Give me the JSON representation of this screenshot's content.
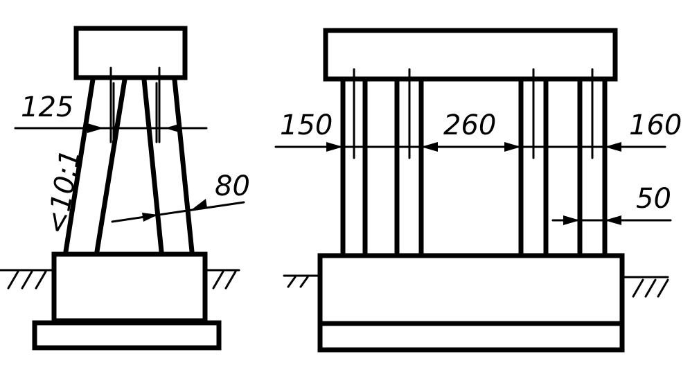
{
  "left_view": {
    "dim_top": "125",
    "dim_slope": "<10:1",
    "dim_right": "80"
  },
  "right_view": {
    "dim_left": "150",
    "dim_middle": "260",
    "dim_right_top": "160",
    "dim_right_lower": "50"
  }
}
